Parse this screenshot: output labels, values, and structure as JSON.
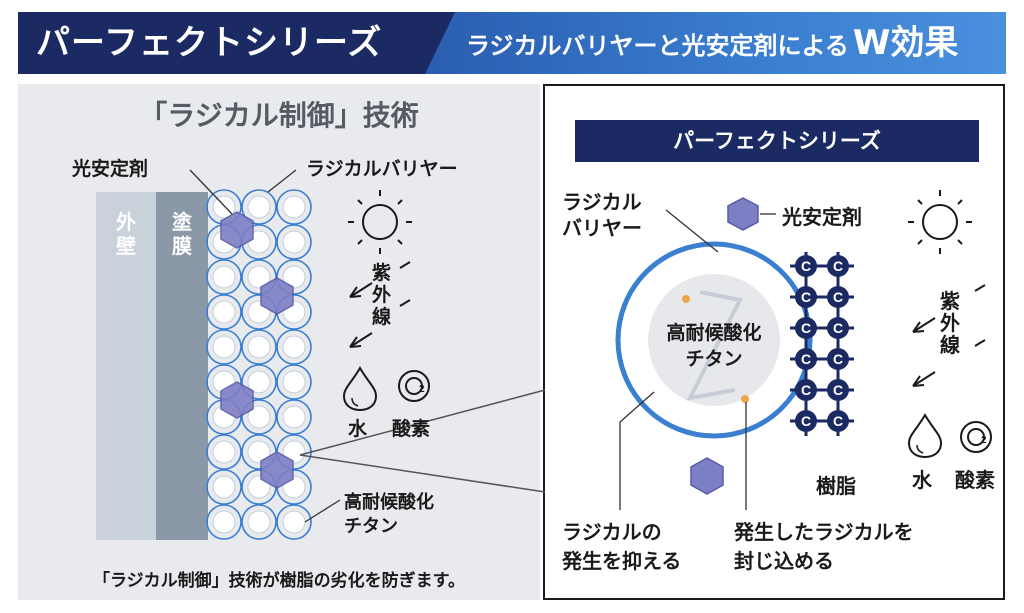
{
  "banner": {
    "title": "パーフェクトシリーズ",
    "subtitle": "ラジカルバリヤーと光安定剤による",
    "subtitle_emphasis": "W効果"
  },
  "left": {
    "heading": "「ラジカル制御」技術",
    "wall_label": "外壁",
    "coating_label": "塗膜",
    "light_stabilizer_label": "光安定剤",
    "radical_barrier_label": "ラジカルバリヤー",
    "uv_label": "紫外線",
    "water_label": "水",
    "oxygen_label": "酸素",
    "titanium_label_line1": "高耐候酸化",
    "titanium_label_line2": "チタン",
    "caption": "「ラジカル制御」技術が樹脂の劣化を防ぎます。"
  },
  "right": {
    "heading": "パーフェクトシリーズ",
    "barrier_label_line1": "ラジカル",
    "barrier_label_line2": "バリヤー",
    "light_stabilizer_label": "光安定剤",
    "core_label_line1": "高耐候酸化",
    "core_label_line2": "チタン",
    "uv_label": "紫外線",
    "water_label": "水",
    "oxygen_label": "酸素",
    "resin_label": "樹脂",
    "suppress_label_line1": "ラジカルの",
    "suppress_label_line2": "発生を抑える",
    "contain_label_line1": "発生したラジカルを",
    "contain_label_line2": "封じ込める",
    "resin_glyph": "C",
    "oxygen_glyph": "2"
  },
  "colors": {
    "navy": "#1b2a63",
    "blue": "#3b7fd0",
    "purple": "#7d7fc4",
    "wall": "#c9d1da",
    "coating": "#8b98a8",
    "panel": "#e8eaed"
  }
}
